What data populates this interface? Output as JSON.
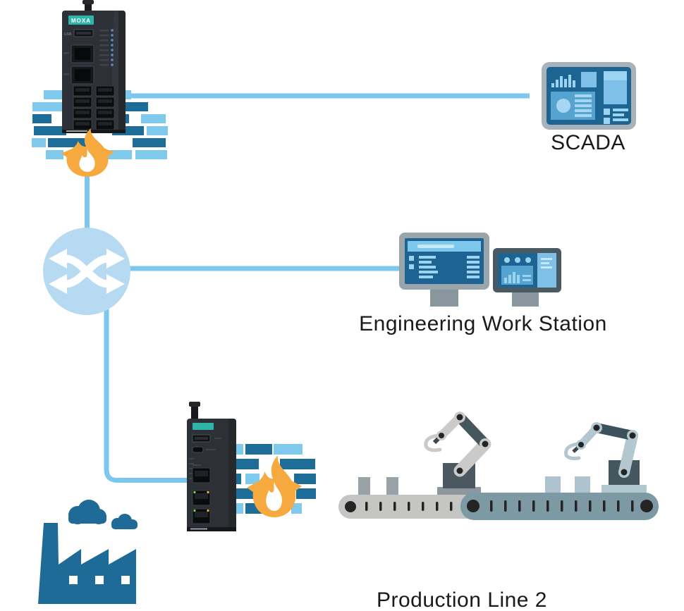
{
  "page": {
    "background": "#ffffff"
  },
  "labels": {
    "scada": "SCADA",
    "workstation": "Engineering Work Station",
    "production_line": "Production Line 2"
  },
  "devices": {
    "firewall_router": {
      "brand": "MOXA",
      "usb_label": "USB",
      "type": "industrial-secure-router-with-firewall"
    },
    "edge_firewall_router": {
      "type": "din-rail-secure-router-with-firewall"
    }
  },
  "topology": {
    "connections": [
      {
        "from": "firewall-router",
        "to": "scada-panel"
      },
      {
        "from": "firewall-router",
        "to": "network-switch"
      },
      {
        "from": "network-switch",
        "to": "engineering-workstation"
      },
      {
        "from": "network-switch",
        "to": "edge-firewall-router"
      }
    ]
  },
  "icons": {
    "switch": "crossed-arrows-circle",
    "firewall": "brick-wall-with-flame",
    "scada": "hmi-dashboard-panel",
    "workstation": "dual-monitors",
    "factory": "factory-with-clouds",
    "production_line": "conveyor-with-robot-arms"
  },
  "colors": {
    "line": "#7dc7ef",
    "switch_fill": "#b5daf1",
    "brick_light": "#7ec9ec",
    "brick_dark": "#1e6d98",
    "flame": "#f6a93f",
    "flame_inner": "#ffffff",
    "screen_blue": "#1e6492",
    "widget_mid": "#57a3cf",
    "widget_light": "#9ad4f0",
    "frame_gray": "#9aa5ab",
    "frame_dark": "#4a5a63",
    "stand_gray": "#8a969d",
    "device_body": "#2d3036",
    "brand_teal": "#2fb4a9",
    "factory_blue": "#1d6b96",
    "conveyor_light": "#c5c5c3",
    "conveyor_blue": "#7d99a4",
    "robot_light": "#cacac8",
    "robot_dark": "#46565e",
    "robot_blue": "#b3c7d1",
    "text": "#1a1a1a"
  },
  "firewalls": [
    {
      "host": "wall-top",
      "brick_h": 13,
      "row_step": 17,
      "rows": [
        [
          [
            17,
            34,
            "L"
          ],
          [
            114,
            27,
            "L"
          ]
        ],
        [
          [
            1,
            47,
            "L"
          ],
          [
            114,
            51,
            "D"
          ]
        ],
        [
          [
            1,
            27,
            "D"
          ],
          [
            114,
            24,
            "D"
          ],
          [
            155,
            35,
            "L"
          ]
        ],
        [
          [
            3,
            46,
            "D"
          ],
          [
            114,
            45,
            "D"
          ],
          [
            163,
            30,
            "L"
          ]
        ],
        [
          [
            0,
            20,
            "L"
          ],
          [
            23,
            60,
            "D"
          ],
          [
            143,
            47,
            "D"
          ]
        ],
        [
          [
            20,
            25,
            "L"
          ],
          [
            105,
            37,
            "L"
          ],
          [
            147,
            45,
            "L"
          ]
        ]
      ]
    },
    {
      "host": "wall-bottom",
      "brick_h": 15,
      "row_step": 21,
      "rows": [
        [
          [
            2,
            23,
            "L"
          ],
          [
            28,
            38,
            "D"
          ],
          [
            68,
            41,
            "L"
          ]
        ],
        [
          [
            2,
            45,
            "D"
          ],
          [
            77,
            50,
            "D"
          ]
        ],
        [
          [
            0,
            22,
            "D"
          ],
          [
            28,
            20,
            "L"
          ],
          [
            97,
            31,
            "D"
          ]
        ],
        [
          [
            0,
            7,
            "L"
          ],
          [
            10,
            37,
            "D"
          ],
          [
            100,
            28,
            "D"
          ]
        ],
        [
          [
            2,
            23,
            "L"
          ],
          [
            28,
            38,
            "D"
          ],
          [
            93,
            15,
            "L"
          ]
        ]
      ]
    }
  ]
}
